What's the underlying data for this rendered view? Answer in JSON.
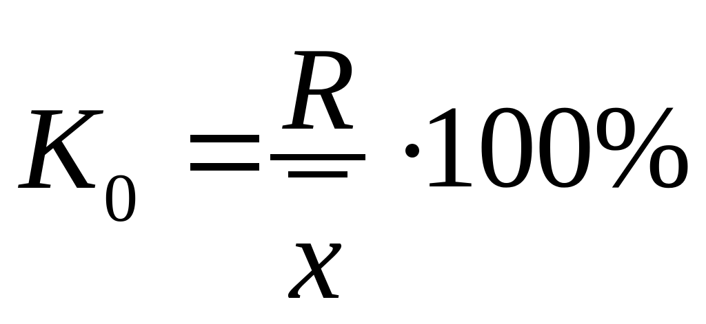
{
  "formula": {
    "lhs_symbol": "K",
    "lhs_subscript": "0",
    "numerator": "R",
    "denominator": "x",
    "value": "100%"
  }
}
